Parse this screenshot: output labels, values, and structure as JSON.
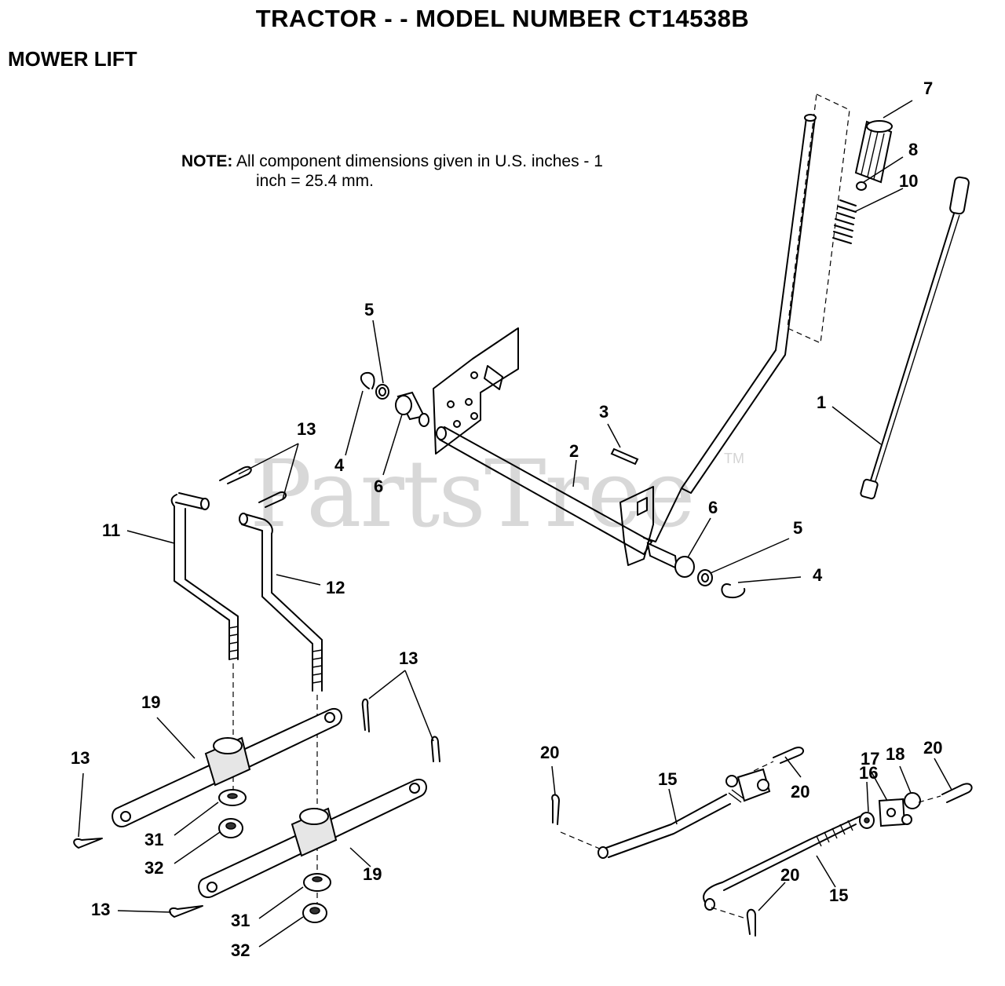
{
  "title": "TRACTOR - - MODEL NUMBER CT14538B",
  "section": "MOWER LIFT",
  "note": {
    "label": "NOTE:",
    "line1": "All component dimensions given in U.S. inches - 1",
    "line2": "inch = 25.4 mm."
  },
  "watermark": {
    "text": "PartsTree",
    "trademark": "TM"
  },
  "callouts": [
    "1",
    "2",
    "3",
    "4",
    "4",
    "5",
    "5",
    "6",
    "6",
    "7",
    "8",
    "10",
    "11",
    "12",
    "13",
    "13",
    "13",
    "13",
    "15",
    "15",
    "16",
    "17",
    "18",
    "19",
    "19",
    "20",
    "20",
    "20",
    "20",
    "31",
    "31",
    "32",
    "32"
  ]
}
